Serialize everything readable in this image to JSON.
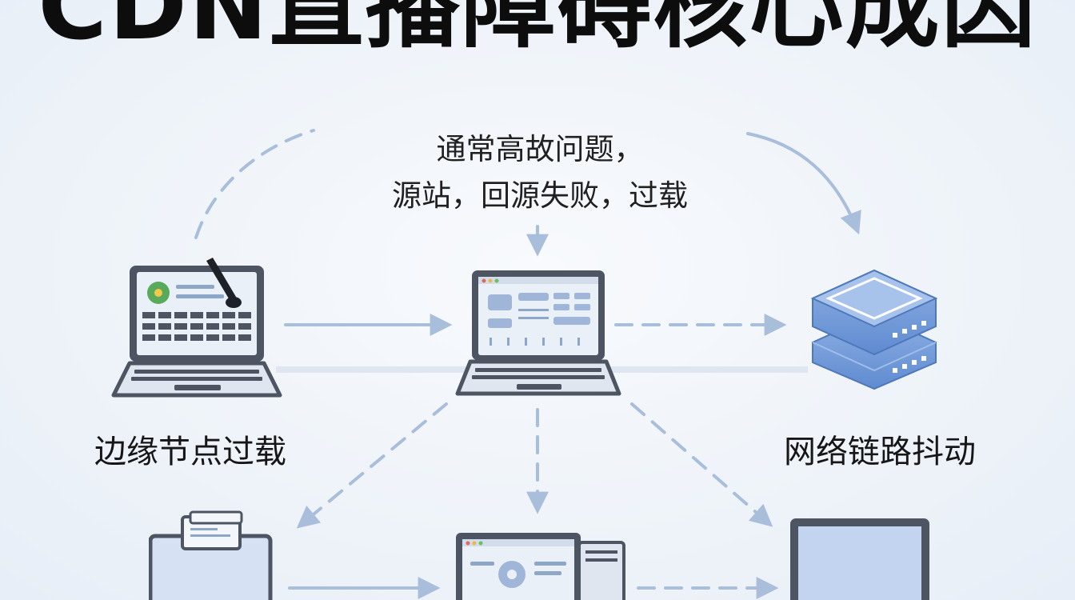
{
  "title": "CDN直播障碍核心成因",
  "center_caption": {
    "line1": "通常高故问题，",
    "line2": "源站，回源失败，过载"
  },
  "labels": {
    "left": "边缘节点过载",
    "right": "网络链路抖动"
  },
  "colors": {
    "arrow": "#a9bedb",
    "device_frame": "#4c5561",
    "screen": "#d6e2f3",
    "server": "#6e97d6"
  },
  "icons": [
    "laptop-left-icon",
    "laptop-center-icon",
    "server-stack-icon",
    "clipboard-monitor-icon",
    "desktop-workstation-icon",
    "monitor-right-icon"
  ]
}
